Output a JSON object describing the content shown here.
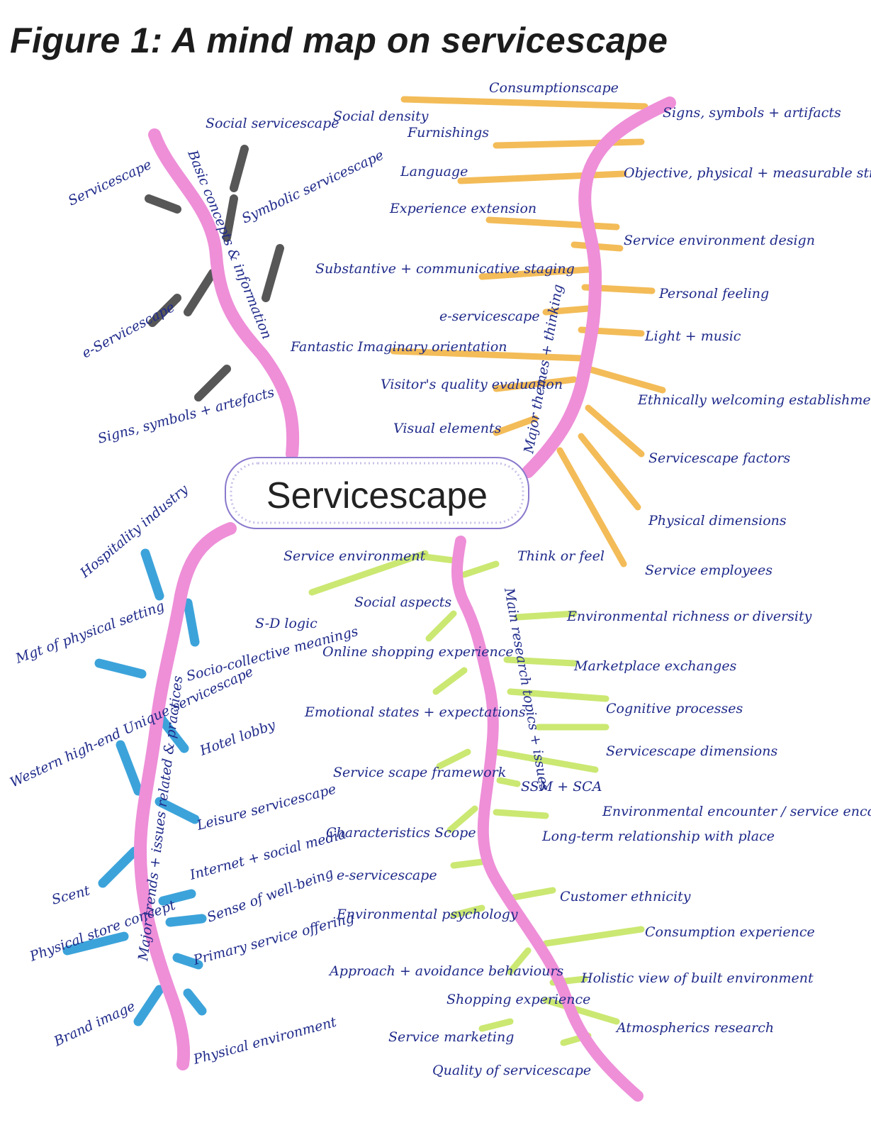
{
  "title": "Figure 1: A mind map on servicescape",
  "center": "Servicescape",
  "colors": {
    "branch": "#ee8fd8",
    "branch_topleft_twigs": "#3a3a3a",
    "branch_topright_twigs": "#f2b13c",
    "branch_bottomleft_twigs": "#1b93d4",
    "branch_bottomright_twigs": "#c3e45a",
    "ink": "#1f2a8a"
  },
  "branches": {
    "top_left": "Basic concepts & information",
    "top_right": "Major themes + thinking",
    "bottom_left": "Major trends + issues related & practices",
    "bottom_right": "Main research topics + issues"
  },
  "nodes": {
    "tl": [
      "Social servicescape",
      "Servicescape",
      "Symbolic servicescape",
      "e-Servicescape",
      "Signs, symbols + artefacts"
    ],
    "tr": [
      "Social density",
      "Consumptionscape",
      "Signs, symbols + artifacts",
      "Furnishings",
      "Language",
      "Objective, physical + measurable stimuli",
      "Experience extension",
      "Service environment design",
      "Substantive + communicative staging",
      "Personal feeling",
      "e-servicescape",
      "Light + music",
      "Fantastic Imaginary orientation",
      "Ethnically welcoming establishment",
      "Visitor's quality evaluation",
      "Visual elements",
      "Servicescape factors",
      "Physical dimensions",
      "Service employees"
    ],
    "bl": [
      "Hospitality industry",
      "Mgt of physical setting",
      "Socio-collective meanings",
      "Western high-end Unique servicescape",
      "Hotel lobby",
      "Leisure servicescape",
      "Scent",
      "Internet + social media",
      "Sense of well-being",
      "Physical store concept",
      "Primary service offering",
      "Brand image",
      "Physical environment"
    ],
    "br": [
      "Service environment",
      "Think or feel",
      "Social aspects",
      "S-D logic",
      "Environmental richness or diversity",
      "Online shopping experience",
      "Marketplace exchanges",
      "Emotional states + expectations",
      "Cognitive processes",
      "Servicescape dimensions",
      "Service scape framework",
      "SSM + SCA",
      "Environmental encounter / service encounter Interface",
      "Long-term relationship with place",
      "Characteristics Scope",
      "e-servicescape",
      "Customer ethnicity",
      "Environmental psychology",
      "Consumption experience",
      "Approach + avoidance behaviours",
      "Holistic view of built environment",
      "Shopping experience",
      "Service marketing",
      "Atmospherics research",
      "Quality of servicescape"
    ]
  }
}
